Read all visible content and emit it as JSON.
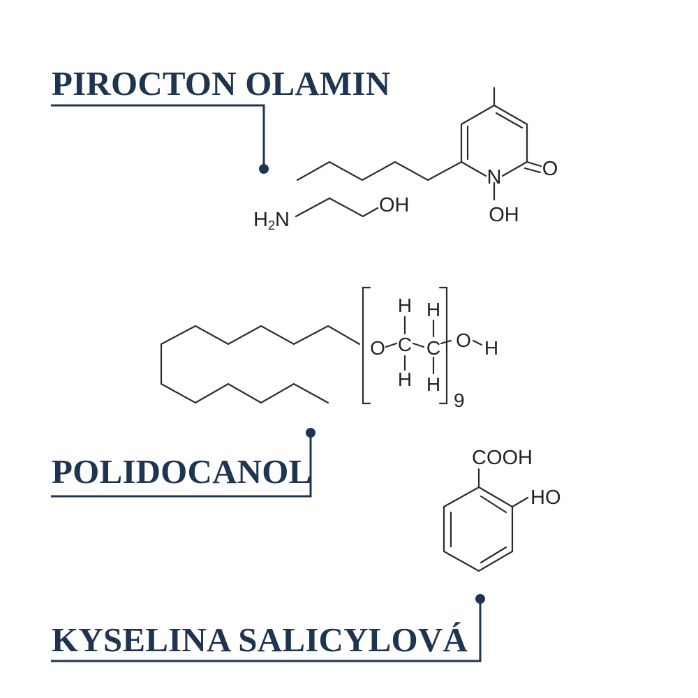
{
  "accent_color": "#1e3450",
  "ink_color": "#2b2b2b",
  "labels": {
    "piroctone": "PIROCTON OLAMIN",
    "polidocanol": "POLIDOCANOL",
    "salicylic": "KYSELINA SALICYLOVÁ"
  },
  "structures": {
    "piroctone": {
      "oxygen": "O",
      "nitrogen": "N",
      "hydroxyl": "OH",
      "amine": "H",
      "amine_subscript": "2",
      "amine_n": "N",
      "ethanol_hydroxyl": "OH"
    },
    "polidocanol": {
      "oxygen_left": "O",
      "carbon_1": "C",
      "carbon_2": "C",
      "oxygen_right": "O",
      "terminal_h": "H",
      "h_top_1": "H",
      "h_top_2": "H",
      "h_bottom_1": "H",
      "h_bottom_2": "H",
      "repeat_count": "9"
    },
    "salicylic": {
      "carboxyl": "COOH",
      "hydroxyl": "HO"
    }
  }
}
